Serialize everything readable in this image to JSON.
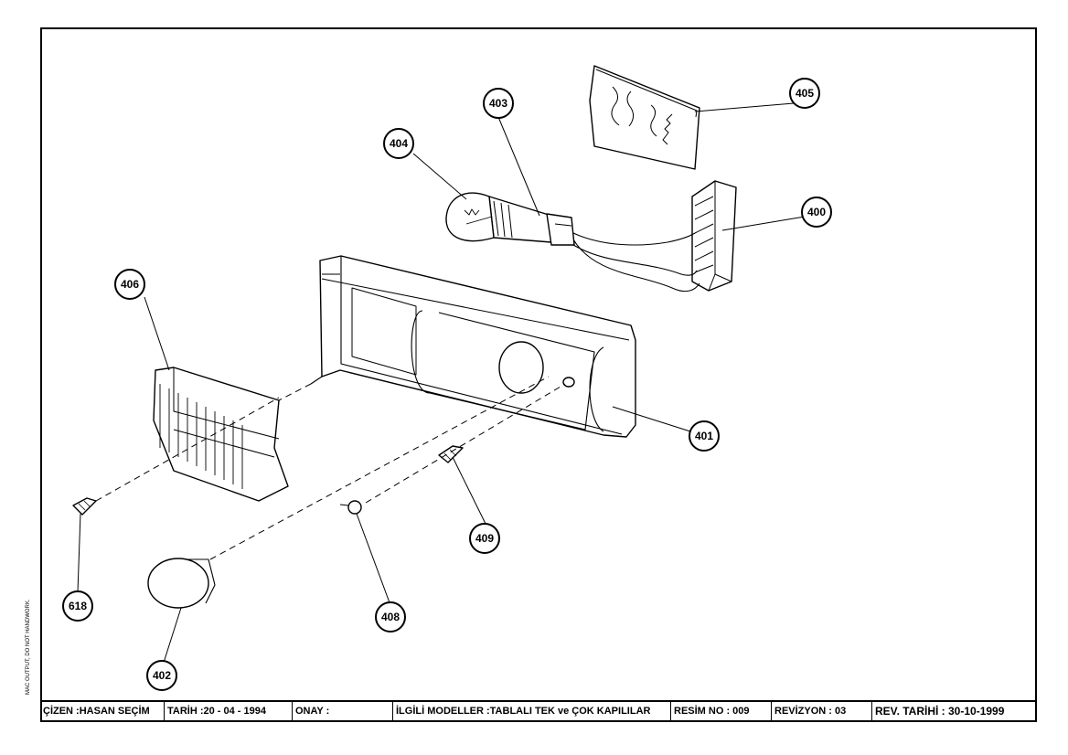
{
  "side_note": "MAC OUTPUT, DO NOT HANDWORK.",
  "part_labels": [
    {
      "id": "p400",
      "text": "400"
    },
    {
      "id": "p401",
      "text": "401"
    },
    {
      "id": "p402",
      "text": "402"
    },
    {
      "id": "p403",
      "text": "403"
    },
    {
      "id": "p404",
      "text": "404"
    },
    {
      "id": "p405",
      "text": "405"
    },
    {
      "id": "p406",
      "text": "406"
    },
    {
      "id": "p408",
      "text": "408"
    },
    {
      "id": "p409",
      "text": "409"
    },
    {
      "id": "p618",
      "text": "618"
    }
  ],
  "title_block": {
    "drawn_by": "ÇİZEN :HASAN SEÇİM",
    "date": "TARİH :20 - 04 - 1994",
    "approval": "ONAY :",
    "models": "İLGİLİ MODELLER :TABLALI TEK ve ÇOK KAPILILAR",
    "drawing_no": "RESİM NO : 009",
    "revision": "REVİZYON : 03",
    "revision_date": "REV. TARİHİ : 30-10-1999"
  }
}
